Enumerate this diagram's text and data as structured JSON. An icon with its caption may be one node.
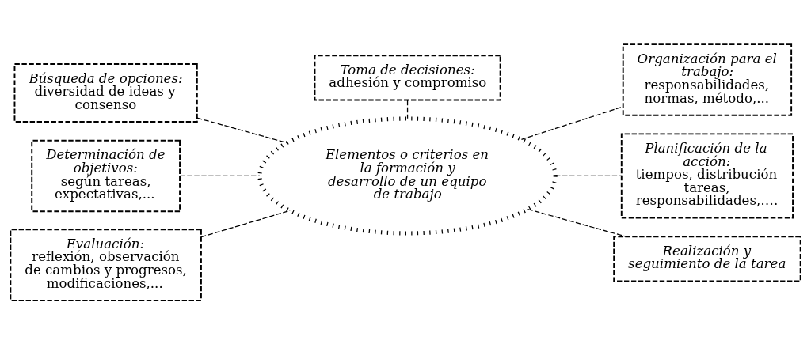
{
  "diagram": {
    "nodes": [
      {
        "text": [
          "Búsqueda de opciones:",
          "diversidad de ideas y consenso"
        ]
      },
      {
        "text": [
          "Toma de decisiones:",
          "adhesión y compromiso"
        ]
      },
      {
        "text": [
          "Organización para el trabajo:",
          "responsabilidades, normas, método,..."
        ]
      },
      {
        "text": [
          "Determinación de objetivos:",
          "según tareas, expectativas,..."
        ]
      },
      {
        "text": [
          "Elementos o criterios en la formación y desarrollo de un equipo de trabajo"
        ]
      },
      {
        "text": [
          "Planificación de la acción:",
          "tiempos, distribución tareas, responsabilidades,…."
        ]
      },
      {
        "text": [
          "Evaluación:",
          "reflexión, observación de cambios y progresos, modificaciones,..."
        ]
      },
      {
        "text": [
          "Realización y seguimiento de la tarea"
        ]
      }
    ],
    "edges": [
      {
        "from": 0,
        "to": 4,
        "arrow": "none",
        "style": "dashed"
      },
      {
        "from": 1,
        "to": 4,
        "arrow": "none",
        "style": "dashed"
      },
      {
        "from": 4,
        "to": 2,
        "arrow": "none",
        "style": "dashed"
      },
      {
        "from": 3,
        "to": 4,
        "arrow": "none",
        "style": "dashed"
      },
      {
        "from": 4,
        "to": 5,
        "arrow": "none",
        "style": "dashed"
      },
      {
        "from": 6,
        "to": 4,
        "arrow": "none",
        "style": "dashed"
      },
      {
        "from": 4,
        "to": 7,
        "arrow": "none",
        "style": "dashed"
      }
    ]
  }
}
